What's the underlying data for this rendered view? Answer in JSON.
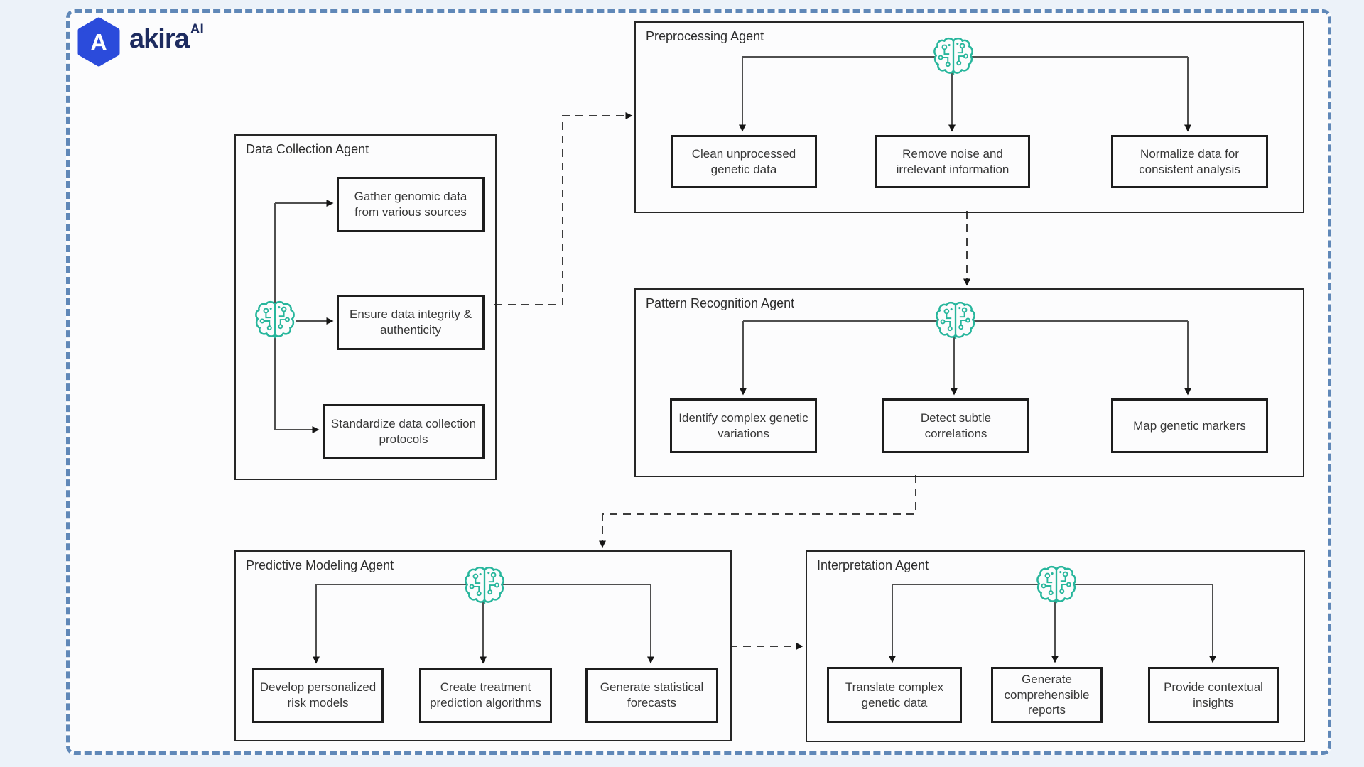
{
  "logo": {
    "brand": "akira",
    "superscript": "AI",
    "icon_letter": "A"
  },
  "colors": {
    "frame_blue": "#6088b8",
    "logo_blue": "#2b4bdb",
    "logo_text": "#1d2b5f",
    "brain_teal": "#27b69c",
    "box_border": "#1d1d1d",
    "connector": "#4f4f4f",
    "background": "#ecf2f9"
  },
  "agents": [
    {
      "id": "data-collection",
      "title": "Data Collection Agent",
      "tasks": [
        "Gather genomic data from various sources",
        "Ensure data integrity & authenticity",
        "Standardize data collection protocols"
      ]
    },
    {
      "id": "preprocessing",
      "title": "Preprocessing Agent",
      "tasks": [
        "Clean unprocessed genetic data",
        "Remove noise and irrelevant information",
        "Normalize data for consistent analysis"
      ]
    },
    {
      "id": "pattern-recognition",
      "title": "Pattern Recognition Agent",
      "tasks": [
        "Identify complex genetic variations",
        "Detect subtle correlations",
        "Map genetic markers"
      ]
    },
    {
      "id": "predictive-modeling",
      "title": "Predictive Modeling Agent",
      "tasks": [
        "Develop personalized risk models",
        "Create treatment prediction algorithms",
        "Generate statistical forecasts"
      ]
    },
    {
      "id": "interpretation",
      "title": "Interpretation Agent",
      "tasks": [
        "Translate complex genetic data",
        "Generate comprehensible reports",
        "Provide contextual insights"
      ]
    }
  ]
}
